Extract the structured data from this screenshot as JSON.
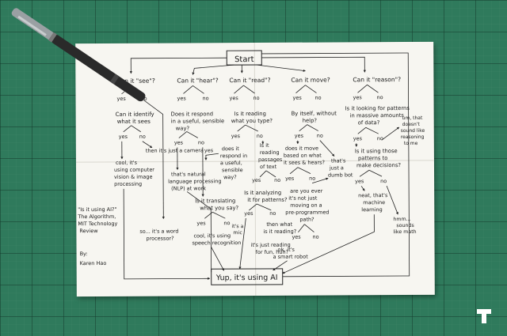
{
  "flowchart": {
    "start": "Start",
    "questions": {
      "see": "Can it \"see\"?",
      "hear": "Can it \"hear\"?",
      "read": "Can it \"read\"?",
      "move": "Can it move?",
      "reason": "Can it \"reason\"?"
    },
    "yes": "yes",
    "no": "no",
    "see_branch": {
      "identify": [
        "Can it identify",
        "what it sees"
      ],
      "camera": "then it's just a camera",
      "cv": [
        "cool, it's",
        "using computer",
        "vision & image",
        "processing"
      ]
    },
    "hear_branch": {
      "respond": [
        "Does it respond",
        "in a useful, sensible",
        "way?"
      ],
      "nlp": [
        "that's natural",
        "language processing",
        "(NLP) at work"
      ],
      "translating": [
        "Is it translating",
        "what you say?"
      ],
      "speech": [
        "cool, it's using",
        "speech recognition"
      ],
      "word_processor": [
        "so... it's a word",
        "processor?"
      ],
      "its_a_mic": [
        "it's a",
        "mic"
      ]
    },
    "read_branch": {
      "reading_type": [
        "Is it reading",
        "what you type?"
      ],
      "respond2": [
        "does it",
        "respond in",
        "a useful,",
        "sensible",
        "way?"
      ],
      "passages": [
        "Is it",
        "reading",
        "passages",
        "of text"
      ],
      "analyzing": [
        "Is it analyzing",
        "it for patterns?"
      ],
      "then_what": [
        "then what",
        "is it reading?"
      ],
      "for_fun": [
        "it's just reading",
        "for fun, huh?"
      ]
    },
    "move_branch": {
      "by_itself": [
        "By itself, without",
        "help?"
      ],
      "does_it_move": [
        "does it move",
        "based on what",
        "it sees & hears?"
      ],
      "dumb_bot": [
        "that's",
        "just a",
        "dumb bot"
      ],
      "ever_move": [
        "are you ever",
        "it's not just",
        "moving on a",
        "pre-programmed",
        "path?"
      ],
      "smart_robot": [
        "ok, it's",
        "a smart robot"
      ]
    },
    "reason_branch": {
      "patterns": [
        "Is it looking for patterns",
        "in massive amounts",
        "of data?"
      ],
      "using": [
        "Is it using those",
        "patterns to",
        "make decisions?"
      ],
      "ml": [
        "neat, that's",
        "machine",
        "learning"
      ],
      "side_note": [
        "um, that",
        "doesn't",
        "sound like",
        "reasoning",
        "to me"
      ],
      "math": [
        "hmm...",
        "sounds",
        "like math"
      ]
    },
    "result": "Yup, it's using AI"
  },
  "caption": {
    "lines": [
      "\"Is it using AI?\"",
      "The Algorithm,",
      "MIT Technology",
      "Review"
    ],
    "author": [
      "By:",
      "Karen Hao"
    ]
  },
  "colors": {
    "mat": "#2f7a5c",
    "paper": "#f7f6f1",
    "ink": "#1a1a1a",
    "marker_body": "#2a2a2a",
    "marker_cap": "#9aa0a3"
  },
  "brand_logo": "T"
}
